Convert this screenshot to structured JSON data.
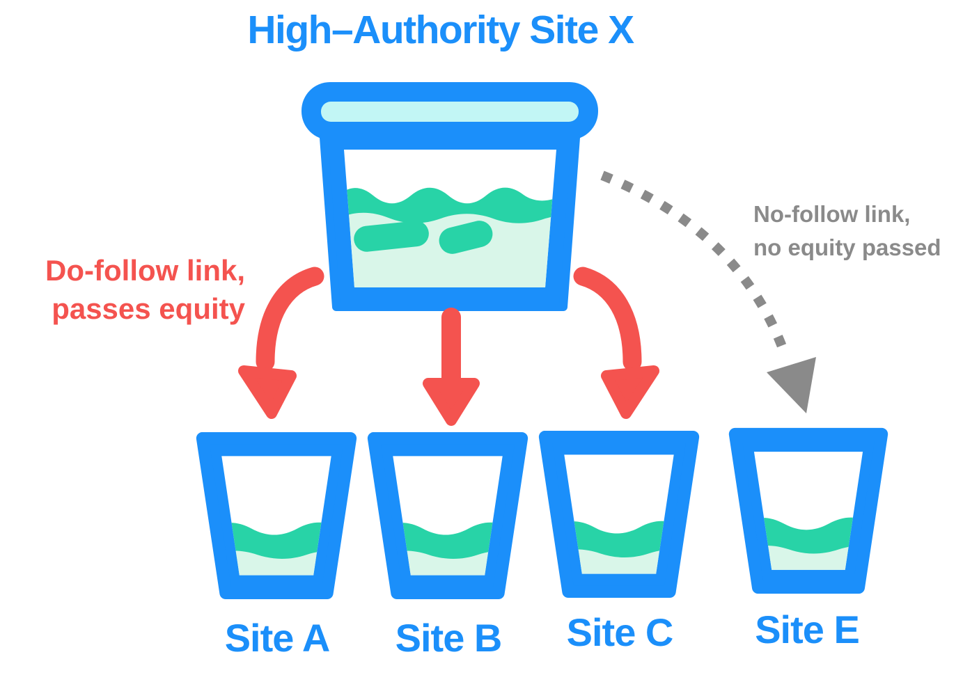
{
  "title": "High–Authority Site X",
  "annotations": {
    "dofollow": {
      "line1": "Do-follow link,",
      "line2": "passes equity"
    },
    "nofollow": {
      "line1": "No-follow link,",
      "line2": "no equity passed"
    }
  },
  "sites": [
    {
      "label": "Site A"
    },
    {
      "label": "Site B"
    },
    {
      "label": "Site C"
    },
    {
      "label": "Site E"
    }
  ],
  "colors": {
    "blue": "#1B8FFA",
    "red": "#F4534F",
    "gray": "#8A8A8A",
    "teal": "#28D3A7",
    "mint": "#D9F6E9",
    "lid": "#C2F6F5",
    "background": "#FFFFFF"
  }
}
